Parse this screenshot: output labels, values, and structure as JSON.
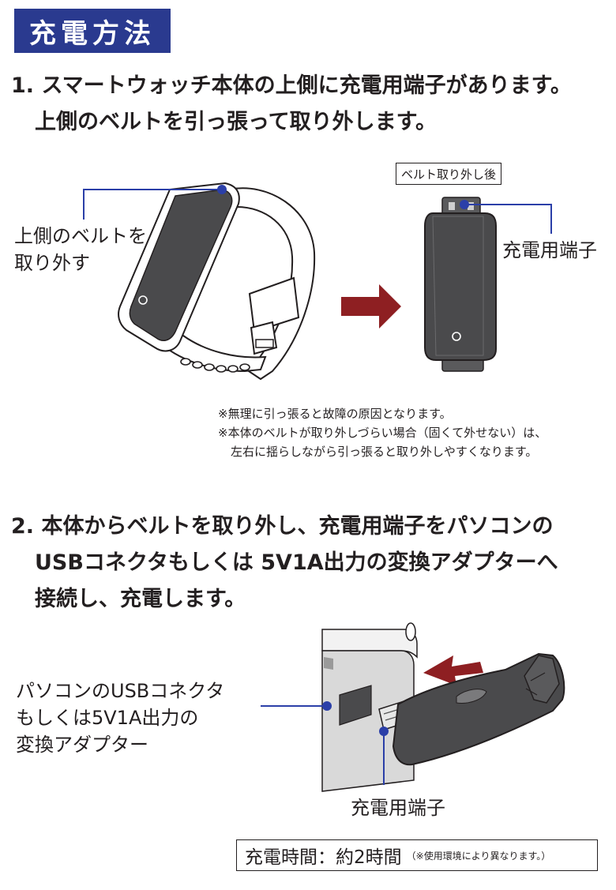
{
  "title": "充電方法",
  "step1": {
    "line1": "1. スマートウォッチ本体の上側に充電用端子があります。",
    "line2": "上側のベルトを引っ張って取り外します。"
  },
  "figure1": {
    "callout_left_line1": "上側のベルトを",
    "callout_left_line2": "取り外す",
    "after_label": "ベルト取り外し後",
    "terminal_label": "充電用端子"
  },
  "notes": {
    "note1": "※無理に引っ張ると故障の原因となります。",
    "note2": "※本体のベルトが取り外しづらい場合（固くて外せない）は、",
    "note3": "左右に揺らしながら引っ張ると取り外しやすくなります。"
  },
  "step2": {
    "line1": "2. 本体からベルトを取り外し、充電用端子をパソコンの",
    "line2": "USBコネクタもしくは 5V1A出力の変換アダプターへ",
    "line3": "接続し、充電します。"
  },
  "figure2": {
    "pc_label_line1": "パソコンのUSBコネクタ",
    "pc_label_line2": "もしくは5V1A出力の",
    "pc_label_line3": "変換アダプター",
    "terminal_label": "充電用端子"
  },
  "charge_time": {
    "main": "充電時間：約2時間",
    "note": "（※使用環境により異なります。）"
  },
  "colors": {
    "title_bg": "#2a3a8f",
    "callout_line": "#2b3fa8",
    "arrow": "#8e1f22",
    "device_body": "#4a4a4c"
  }
}
